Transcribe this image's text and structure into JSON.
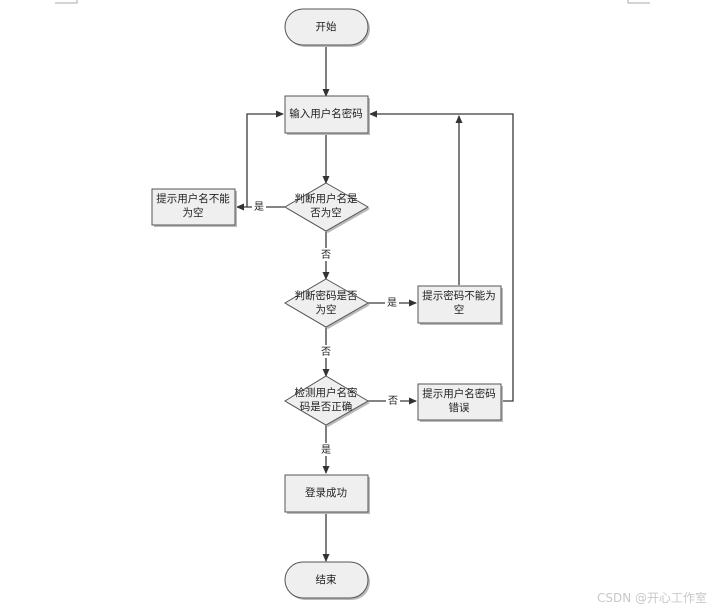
{
  "nodes": {
    "start": "开始",
    "input": "输入用户名密码",
    "check_username": [
      "判断用户名是",
      "否为空"
    ],
    "warn_username": [
      "提示用户名不能",
      "为空"
    ],
    "check_password": [
      "判断密码是否",
      "为空"
    ],
    "warn_password": [
      "提示密码不能为",
      "空"
    ],
    "verify": [
      "检测用户名密",
      "码是否正确"
    ],
    "warn_wrong": [
      "提示用户名密码",
      "错误"
    ],
    "success": "登录成功",
    "end": "结束"
  },
  "edges": {
    "username_empty_yes": "是",
    "username_empty_no": "否",
    "password_empty_yes": "是",
    "password_empty_no": "否",
    "verify_no": "否",
    "verify_yes": "是"
  },
  "watermark": "CSDN @开心工作室"
}
